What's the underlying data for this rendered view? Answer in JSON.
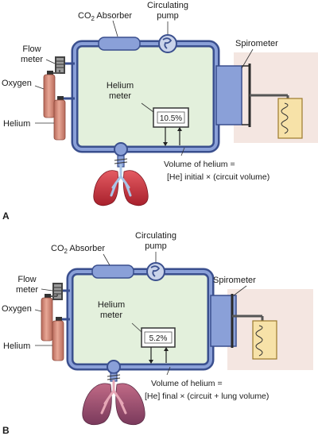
{
  "colors": {
    "circuit_tube": "#6f86c4",
    "circuit_tube_dark": "#3a4f8e",
    "circuit_fill": "#e3f0dc",
    "spirometer_bg": "#f2e3dc",
    "spirometer_drum": "#f7e2a8",
    "gas_cylinder": "#d98a78",
    "lung_a": "#c23a44",
    "lung_b": "#a6506a"
  },
  "panels": [
    {
      "letter": "A",
      "co2_absorber": "CO",
      "co2_sub": "2",
      "co2_tail": " Absorber",
      "pump_line1": "Circulating",
      "pump_line2": "pump",
      "spirometer": "Spirometer",
      "flow_line1": "Flow",
      "flow_line2": "meter",
      "oxygen": "Oxygen",
      "helium": "Helium",
      "meter_line1": "Helium",
      "meter_line2": "meter",
      "meter_reading": "10.5%",
      "volume_line1": "Volume of helium =",
      "volume_line2": "[He] initial × (circuit volume)"
    },
    {
      "letter": "B",
      "co2_absorber": "CO",
      "co2_sub": "2",
      "co2_tail": " Absorber",
      "pump_line1": "Circulating",
      "pump_line2": "pump",
      "spirometer": "Spirometer",
      "flow_line1": "Flow",
      "flow_line2": "meter",
      "oxygen": "Oxygen",
      "helium": "Helium",
      "meter_line1": "Helium",
      "meter_line2": "meter",
      "meter_reading": "5.2%",
      "volume_line1": "Volume of helium =",
      "volume_line2": "[He] final × (circuit + lung volume)"
    }
  ]
}
